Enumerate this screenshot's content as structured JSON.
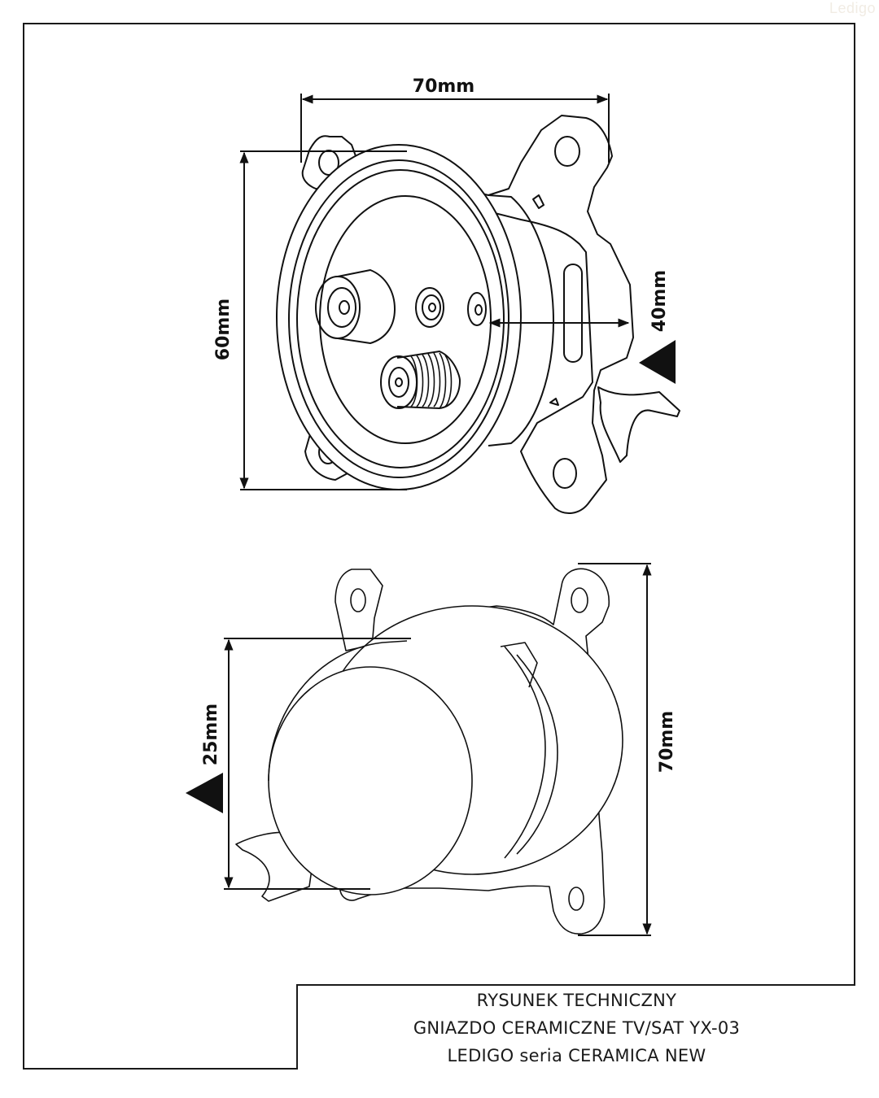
{
  "watermark": "Ledigo",
  "top_view": {
    "width_label": "70mm",
    "height_label": "60mm",
    "depth_label": "40mm"
  },
  "side_view": {
    "diameter_label": "25mm",
    "height_label": "70mm"
  },
  "title_block": {
    "line1": "RYSUNEK TECHNICZNY",
    "line2": "GNIAZDO CERAMICZNE TV/SAT YX-03",
    "line3": "LEDIGO seria CERAMICA NEW"
  }
}
